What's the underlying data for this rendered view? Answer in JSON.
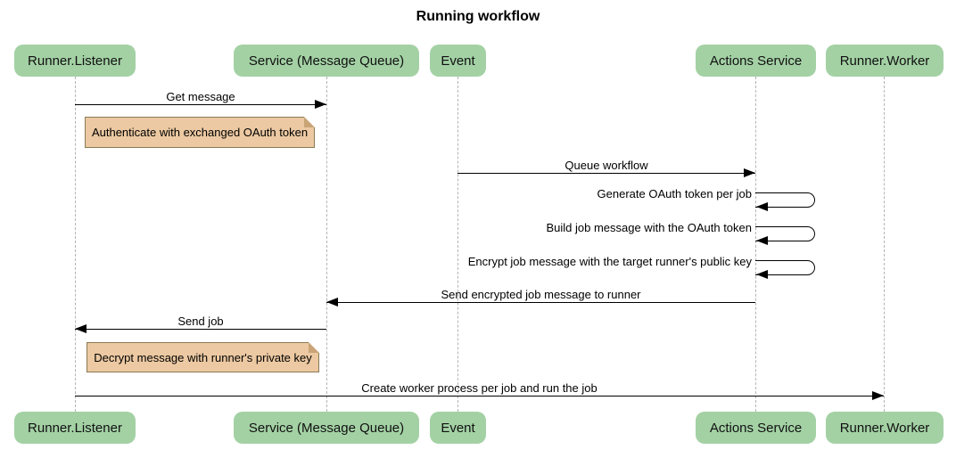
{
  "title": "Running workflow",
  "diagram_type": "sequence-diagram",
  "actors": [
    {
      "id": "runner-listener",
      "label": "Runner.Listener"
    },
    {
      "id": "service-message-queue",
      "label": "Service (Message Queue)"
    },
    {
      "id": "event",
      "label": "Event"
    },
    {
      "id": "actions-service",
      "label": "Actions Service"
    },
    {
      "id": "runner-worker",
      "label": "Runner.Worker"
    }
  ],
  "messages": [
    {
      "from": "Runner.Listener",
      "to": "Service (Message Queue)",
      "kind": "arrow-right",
      "label": "Get message"
    },
    {
      "from": "Event",
      "to": "Actions Service",
      "kind": "arrow-right",
      "label": "Queue workflow"
    },
    {
      "from": "Actions Service",
      "to": "Actions Service",
      "kind": "self",
      "label": "Generate OAuth token per job"
    },
    {
      "from": "Actions Service",
      "to": "Actions Service",
      "kind": "self",
      "label": "Build job message with the OAuth token"
    },
    {
      "from": "Actions Service",
      "to": "Actions Service",
      "kind": "self",
      "label": "Encrypt job message with the target runner's public key"
    },
    {
      "from": "Actions Service",
      "to": "Service (Message Queue)",
      "kind": "arrow-left",
      "label": "Send encrypted job message to runner"
    },
    {
      "from": "Service (Message Queue)",
      "to": "Runner.Listener",
      "kind": "arrow-left",
      "label": "Send job"
    },
    {
      "from": "Runner.Listener",
      "to": "Runner.Worker",
      "kind": "arrow-right",
      "label": "Create worker process per job and run the job"
    }
  ],
  "notes": [
    {
      "over": "Runner.Listener / Service (Message Queue)",
      "text": "Authenticate with exchanged OAuth token"
    },
    {
      "over": "Runner.Listener / Service (Message Queue)",
      "text": "Decrypt message with runner's private key"
    }
  ],
  "colors": {
    "actor_fill": "#a3d1a4",
    "note_fill": "#ecc9a2",
    "note_border": "#8a7a55",
    "note_fold": "#c9a476",
    "lifeline": "#b4b4b4",
    "arrow": "#000000",
    "background": "#ffffff"
  }
}
